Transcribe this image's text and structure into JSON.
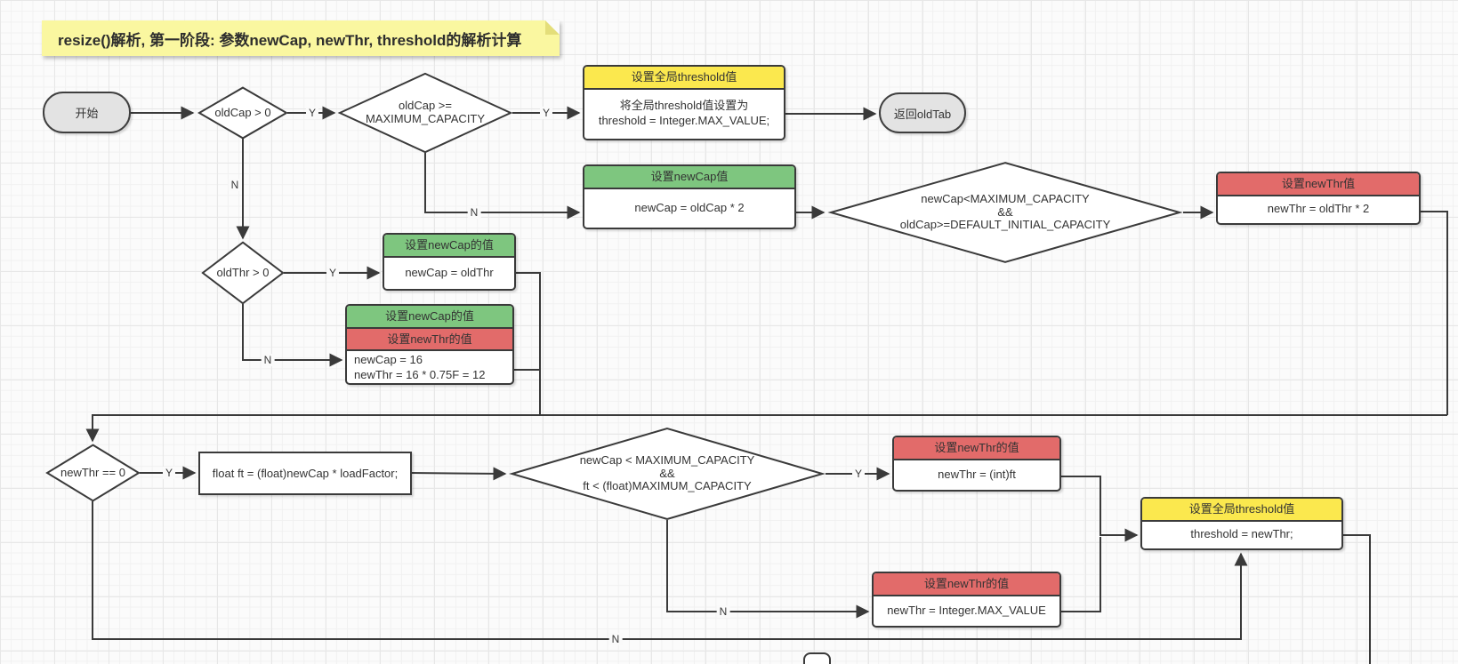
{
  "title": "resize()解析, 第一阶段: 参数newCap, newThr, threshold的解析计算",
  "labels": {
    "yes": "Y",
    "no": "N"
  },
  "nodes": {
    "start": {
      "label": "开始"
    },
    "end": {
      "label": "返回oldTab"
    },
    "decision_oldcap": {
      "label": "oldCap > 0"
    },
    "decision_oldcap_max": {
      "label": "oldCap >=\nMAXIMUM_CAPACITY"
    },
    "box_threshold_global_max": {
      "header": "设置全局threshold值",
      "body": "将全局threshold值设置为\nthreshold = Integer.MAX_VALUE;"
    },
    "box_newcap_double": {
      "header": "设置newCap值",
      "body": "newCap = oldCap * 2"
    },
    "decision_newcap_max": {
      "label": "newCap<MAXIMUM_CAPACITY\n&&\noldCap>=DEFAULT_INITIAL_CAPACITY"
    },
    "box_newthr_double": {
      "header": "设置newThr值",
      "body": "newThr = oldThr * 2"
    },
    "decision_oldthr": {
      "label": "oldThr > 0"
    },
    "box_newcap_oldthr": {
      "header": "设置newCap的值",
      "body": "newCap = oldThr"
    },
    "box_newcap_newthr_default": {
      "header1": "设置newCap的值",
      "header2": "设置newThr的值",
      "body": "newCap = 16\nnewThr = 16 * 0.75F = 12"
    },
    "decision_newthr_zero": {
      "label": "newThr == 0"
    },
    "box_float_ft": {
      "body": "float ft = (float)newCap * loadFactor;"
    },
    "decision_newcap_ft": {
      "label": "newCap < MAXIMUM_CAPACITY\n&&\nft < (float)MAXIMUM_CAPACITY"
    },
    "box_newthr_intft": {
      "header": "设置newThr的值",
      "body": "newThr = (int)ft"
    },
    "box_threshold_newthr": {
      "header": "设置全局threshold值",
      "body": "threshold = newThr;"
    },
    "box_newthr_intmax": {
      "header": "设置newThr的值",
      "body": "newThr = Integer.MAX_VALUE"
    }
  },
  "colors": {
    "note_yellow": "#FAF7A0",
    "header_yellow": "#FBE84E",
    "header_green": "#7EC67F",
    "header_red": "#E26B6A",
    "terminal_gray": "#E3E3E3",
    "line": "#3A3A3A"
  }
}
